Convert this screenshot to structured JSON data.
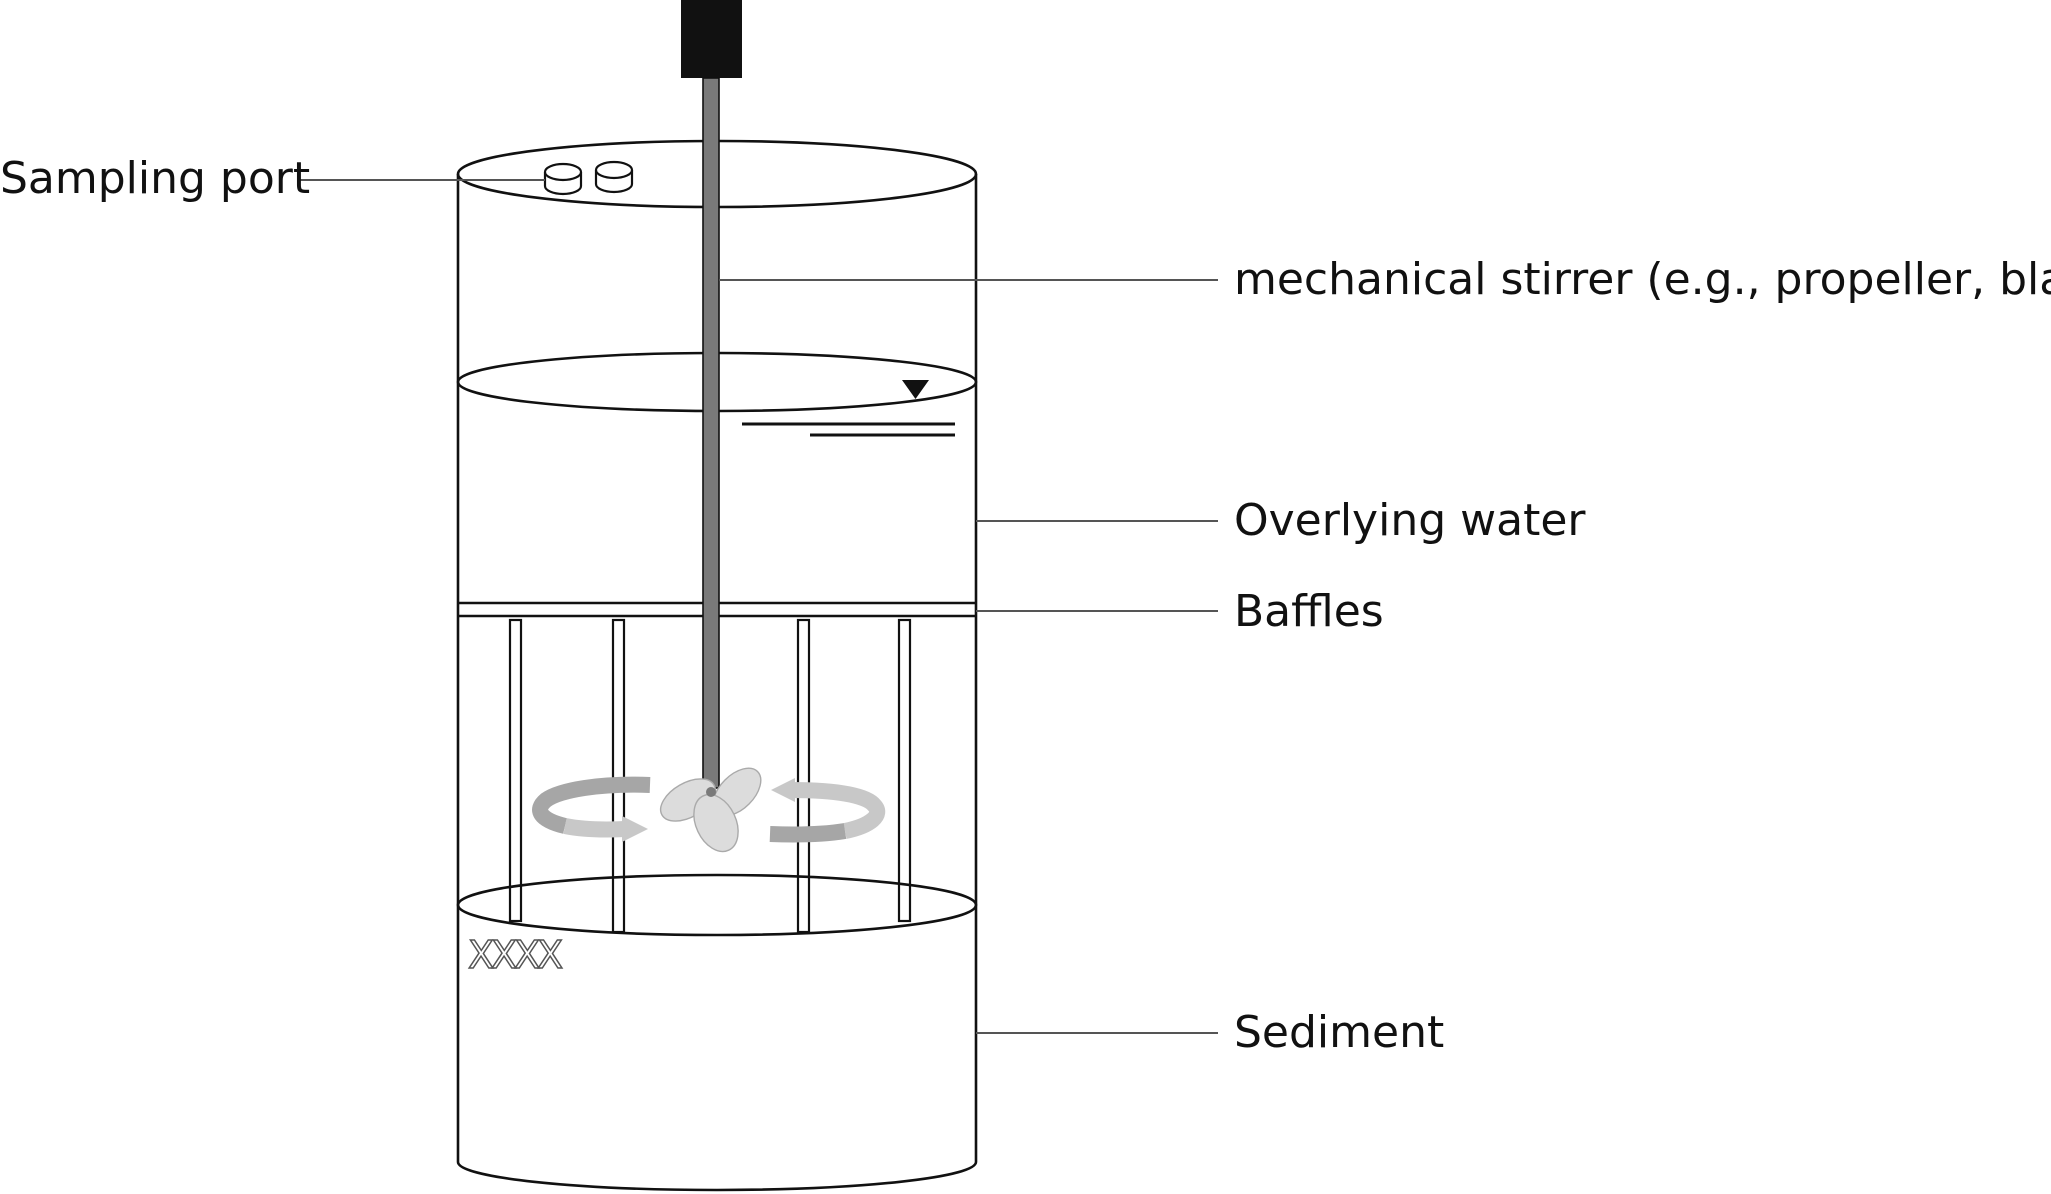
{
  "labels": {
    "sampling_port": "Sampling port",
    "stirrer": "mechanical stirrer (e.g., propeller, blade)",
    "overlying_water": "Overlying water",
    "baffles": "Baffles",
    "sediment": "Sediment"
  },
  "sediment_marks": "XXXX",
  "icons": {
    "motor": "motor-icon",
    "water_level": "water-level-icon",
    "propeller": "propeller-icon",
    "rotation": "rotation-arrow-icon"
  },
  "colors": {
    "outline": "#111111",
    "leader_line": "#555555",
    "shaft": "#7a7a7a",
    "motor": "#111111",
    "arrow_dark": "#a6a6a6",
    "arrow_light": "#c8c8c8",
    "propeller": "#dcdcdc"
  }
}
